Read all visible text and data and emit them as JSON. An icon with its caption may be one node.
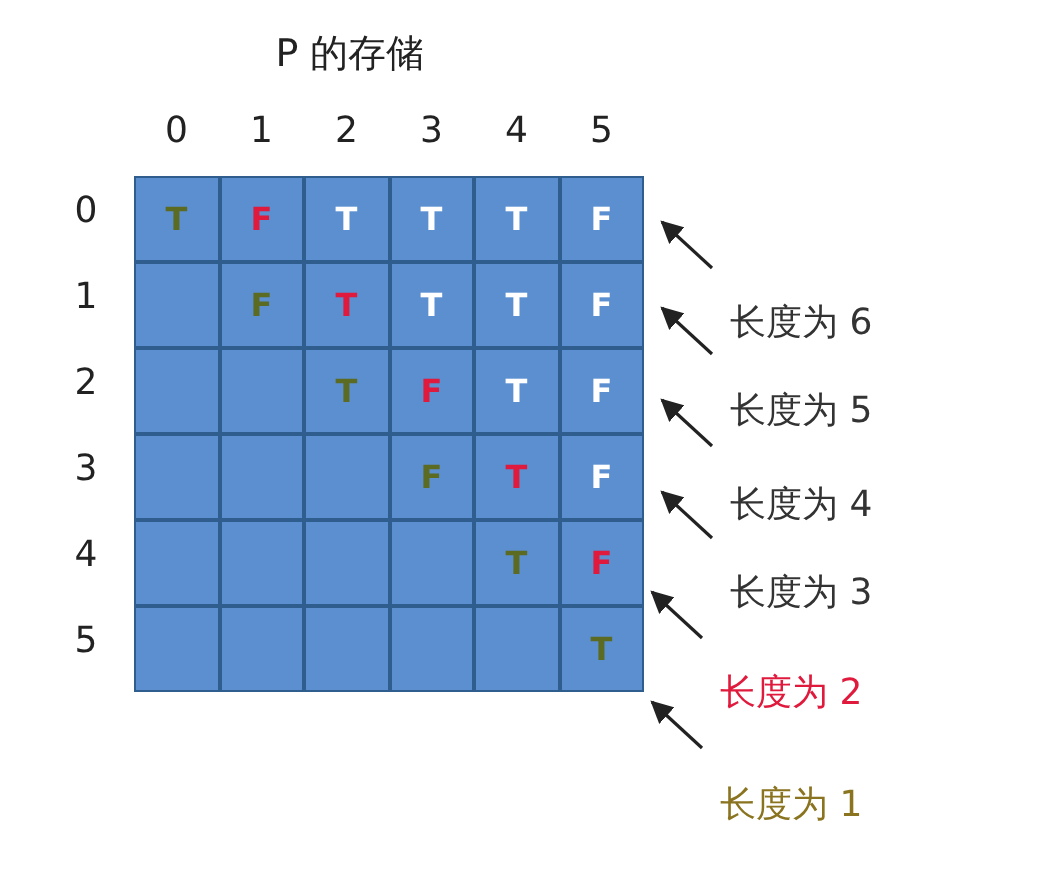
{
  "diagram": {
    "title": "P 的存储",
    "labels": [
      "0",
      "1",
      "2",
      "3",
      "4",
      "5",
      "0",
      "T",
      "F",
      "T",
      "T",
      "T",
      "F",
      "1",
      "F",
      "T",
      "T",
      "T",
      "F",
      "2",
      "T",
      "F",
      "T",
      "F",
      "3",
      "F",
      "T",
      "F",
      "4",
      "T",
      "F",
      "5",
      "T",
      "长度为 6",
      "长度为 5",
      "长度为 4",
      "长度为 3",
      "长度为 2",
      "长度为 1"
    ]
  }
}
